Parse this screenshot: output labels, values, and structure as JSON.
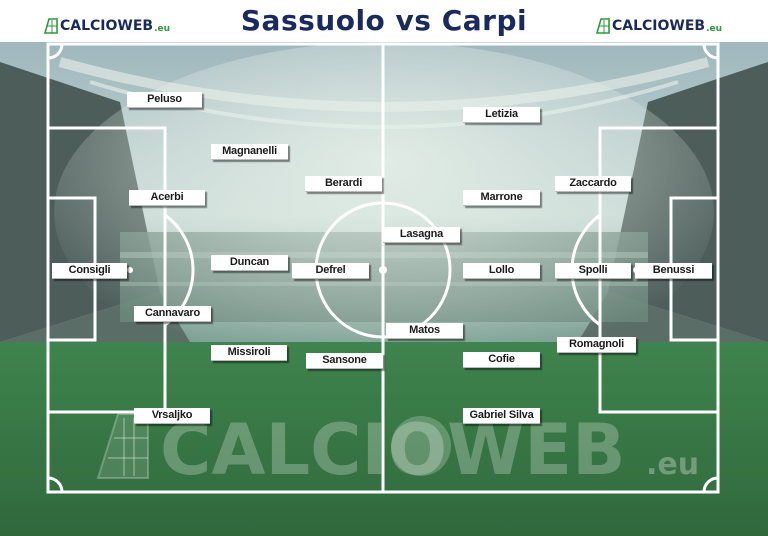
{
  "header": {
    "title": "Sassuolo vs Carpi",
    "logo_left": {
      "name": "CALCIOWEB",
      "suffix": ".eu"
    },
    "logo_right": {
      "name": "CALCIOWEB",
      "suffix": ".eu"
    }
  },
  "watermark": {
    "name": "CALCIOWEB",
    "suffix": ".eu"
  },
  "colors": {
    "title": "#1a2a5c",
    "brand_green": "#2f9a3a",
    "pitch_line": "#ffffff"
  },
  "teams": {
    "home": {
      "name": "Sassuolo",
      "players": {
        "consigli": "Consigli",
        "peluso": "Peluso",
        "acerbi": "Acerbi",
        "cannavaro": "Cannavaro",
        "vrsaljko": "Vrsaljko",
        "magnanelli": "Magnanelli",
        "duncan": "Duncan",
        "missiroli": "Missiroli",
        "berardi": "Berardi",
        "defrel": "Defrel",
        "sansone": "Sansone"
      }
    },
    "away": {
      "name": "Carpi",
      "players": {
        "letizia": "Letizia",
        "zaccardo": "Zaccardo",
        "marrone": "Marrone",
        "lasagna": "Lasagna",
        "lollo": "Lollo",
        "spolli": "Spolli",
        "benussi": "Benussi",
        "matos": "Matos",
        "romagnoli": "Romagnoli",
        "cofie": "Cofie",
        "gabriel_silva": "Gabriel Silva"
      }
    }
  }
}
